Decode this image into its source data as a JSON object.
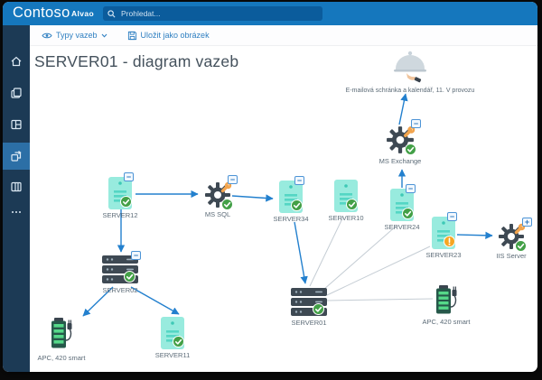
{
  "topbar": {
    "brand": "Contoso",
    "product": "Alvao",
    "search_placeholder": "Prohledat..."
  },
  "sidebar": {
    "items": [
      "home-icon",
      "copy-pages-icon",
      "board-icon",
      "diagram-icon",
      "book-icon",
      "more-icon"
    ],
    "active_item": "diagram-icon"
  },
  "toolbar": {
    "relation_types_label": "Typy vazeb",
    "save_image_label": "Uložit jako obrázek"
  },
  "page": {
    "title": "SERVER01 - diagram vazeb"
  },
  "ui": {
    "minus": "−",
    "plus": "+"
  },
  "colors": {
    "topbar_blue": "#1577bd",
    "search_blue": "#0b5c9c",
    "sidebar_navy": "#1c3a55",
    "sidebar_active": "#2c6fa6",
    "toolbar_link_blue": "#2e7fc1",
    "arrow_blue": "#2380ce",
    "relation_gray": "#c5cdd4",
    "node_teal": "#98ebde",
    "node_dark": "#3e4953",
    "status_ok_green": "#43a047",
    "status_warning_orange": "#f5a623",
    "wrench_orange": "#f2a44d"
  },
  "diagram": {
    "nodes": [
      {
        "id": "server12",
        "label": "SERVER12",
        "type": "server-tower",
        "status": "ok",
        "collapse": "minus"
      },
      {
        "id": "ms-sql",
        "label": "MS SQL",
        "type": "service-gear",
        "status": "ok",
        "collapse": "minus"
      },
      {
        "id": "server34",
        "label": "SERVER34",
        "type": "server-tower",
        "status": "ok",
        "collapse": "minus"
      },
      {
        "id": "server10",
        "label": "SERVER10",
        "type": "server-tower",
        "status": "ok"
      },
      {
        "id": "server24",
        "label": "SERVER24",
        "type": "server-tower",
        "status": "ok",
        "collapse": "minus"
      },
      {
        "id": "ms-exchange",
        "label": "MS Exchange",
        "type": "service-gear",
        "status": "ok",
        "collapse": "minus"
      },
      {
        "id": "email-service",
        "label": "E-mailová schránka a kalendář, 11. V provozu",
        "type": "service-cloche"
      },
      {
        "id": "server23",
        "label": "SERVER23",
        "type": "server-tower",
        "status": "warning",
        "collapse": "minus"
      },
      {
        "id": "iis-server",
        "label": "IIS Server",
        "type": "service-gear",
        "status": "ok",
        "collapse": "plus"
      },
      {
        "id": "server02",
        "label": "SERVER02",
        "type": "server-rack",
        "status": "ok",
        "collapse": "minus"
      },
      {
        "id": "server01",
        "label": "SERVER01",
        "type": "server-rack",
        "status": "ok"
      },
      {
        "id": "apc-right",
        "label": "APC, 420 smart",
        "type": "ups-battery"
      },
      {
        "id": "apc-left",
        "label": "APC, 420 smart",
        "type": "ups-battery"
      },
      {
        "id": "server11",
        "label": "SERVER11",
        "type": "server-tower",
        "status": "ok"
      }
    ],
    "edges": [
      {
        "from": "server12",
        "to": "ms-sql",
        "style": "arrow"
      },
      {
        "from": "ms-sql",
        "to": "server34",
        "style": "arrow"
      },
      {
        "from": "server12",
        "to": "server02",
        "style": "arrow"
      },
      {
        "from": "server34",
        "to": "server01",
        "style": "arrow"
      },
      {
        "from": "server24",
        "to": "ms-exchange",
        "style": "arrow"
      },
      {
        "from": "ms-exchange",
        "to": "email-service",
        "style": "arrow"
      },
      {
        "from": "server23",
        "to": "iis-server",
        "style": "arrow"
      },
      {
        "from": "server02",
        "to": "apc-left",
        "style": "arrow"
      },
      {
        "from": "server02",
        "to": "server11",
        "style": "arrow"
      },
      {
        "from": "server01",
        "to": "server10",
        "style": "plain"
      },
      {
        "from": "server01",
        "to": "server24",
        "style": "plain"
      },
      {
        "from": "server01",
        "to": "server23",
        "style": "plain"
      },
      {
        "from": "server01",
        "to": "apc-right",
        "style": "plain"
      }
    ]
  }
}
